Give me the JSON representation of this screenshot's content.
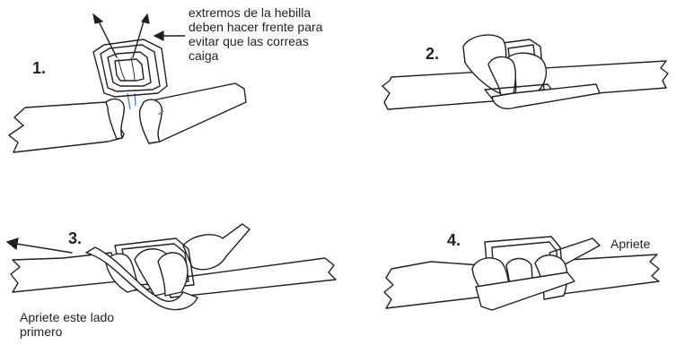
{
  "steps": [
    {
      "number": "1.",
      "note": [
        "extremos de la hebilla",
        "deben hacer frente para",
        "evitar que las correas",
        "caiga"
      ]
    },
    {
      "number": "2."
    },
    {
      "number": "3.",
      "note": [
        "Apriete este lado",
        "primero"
      ]
    },
    {
      "number": "4.",
      "note": [
        "Apriete"
      ]
    }
  ],
  "colors": {
    "line": "#231f20",
    "accent": "#4a7fb5",
    "background": "#ffffff"
  },
  "icons": [
    "arrow-left-icon",
    "arrow-up-icon",
    "buckle-icon",
    "strap-icon"
  ]
}
